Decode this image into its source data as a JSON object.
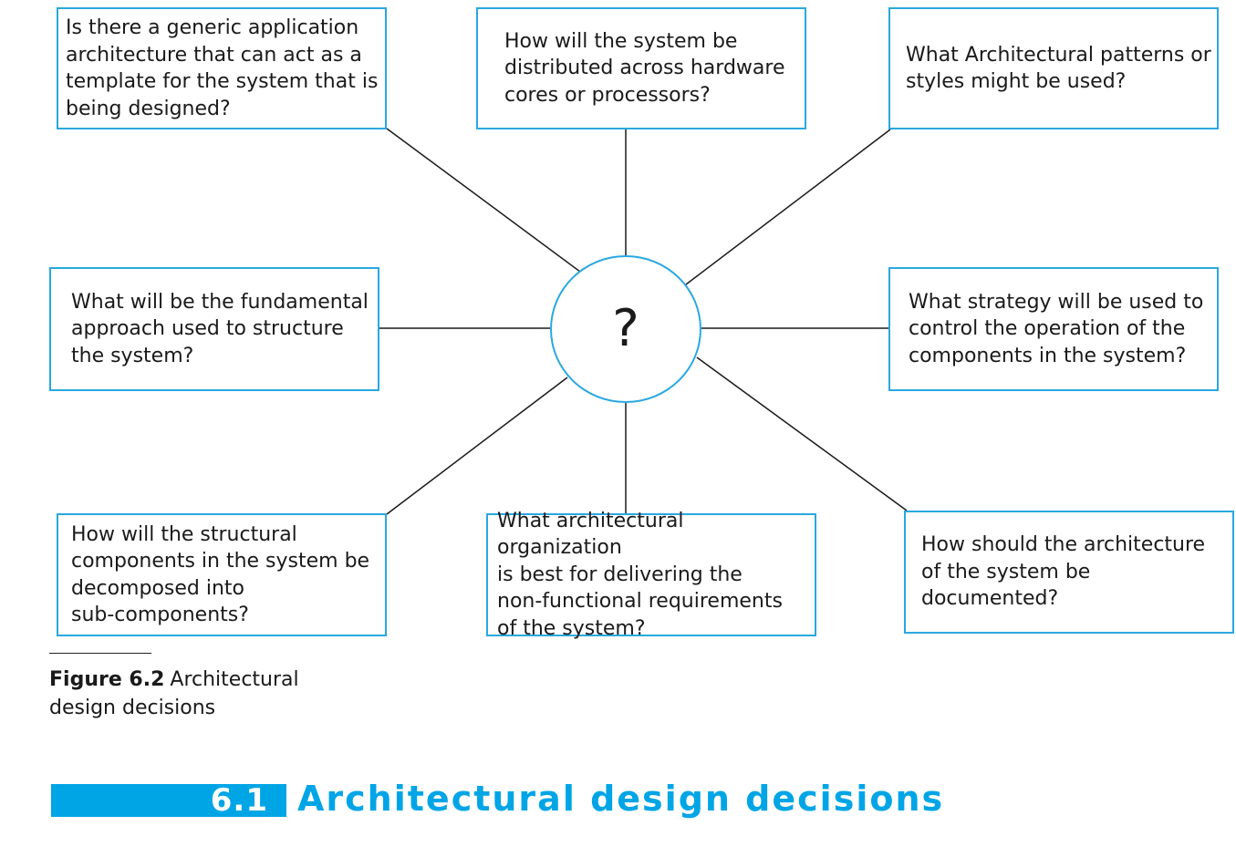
{
  "center_symbol": "?",
  "questions": {
    "top_left": "Is there a generic application\narchitecture that can act as a\ntemplate for the system that is\nbeing designed?",
    "top_center": "How will the system be\ndistributed across hardware\ncores or processors?",
    "top_right": "What Architectural patterns or\nstyles might be used?",
    "middle_left": "What will be the fundamental\napproach used to structure\nthe system?",
    "middle_right": "What strategy will be used to\ncontrol the operation of the\ncomponents in the system?",
    "bottom_left": "How will the structural\ncomponents in the system be\ndecomposed into\nsub-components?",
    "bottom_center": "What architectural organization\nis best for delivering the\nnon-functional requirements\nof the system?",
    "bottom_right": "How should the architecture\nof the system be\ndocumented?"
  },
  "caption": {
    "figure_label": "Figure 6.2",
    "text": "Architectural design decisions"
  },
  "section": {
    "number": "6.1",
    "title": "Architectural design decisions"
  },
  "colors": {
    "accent": "#29a8e0",
    "section_blue": "#00a5e6",
    "line": "#1a1a1a"
  }
}
